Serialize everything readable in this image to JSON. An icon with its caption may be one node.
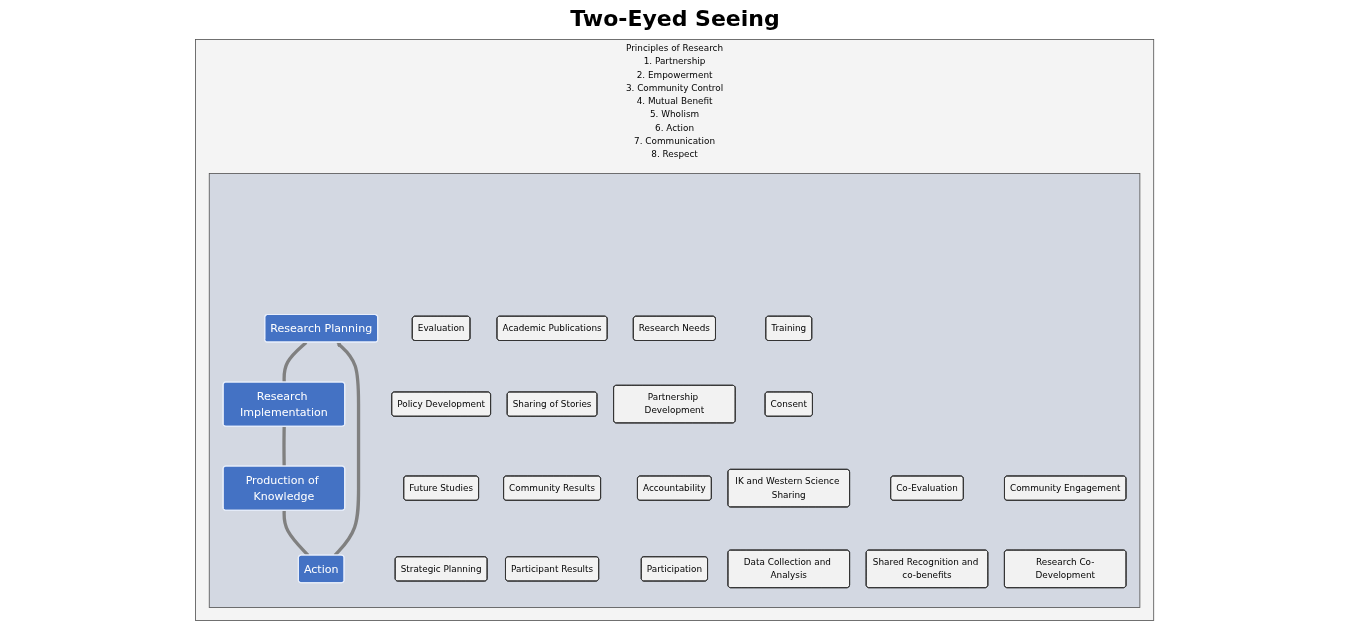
{
  "diagram": {
    "title": "Two-Eyed Seeing",
    "nodes": [
      {
        "text": [
          "Principles of Research",
          "1. Partnership",
          "2. Empowerment",
          "3. Community Control",
          "4. Mutual Benefit",
          "5. Wholism",
          "6. Action",
          "7. Communication",
          "8. Respect"
        ]
      },
      {
        "text": [],
        "shape": "box",
        "in": 0
      },
      {
        "text": [
          "Evaluation"
        ],
        "in": 1
      },
      {
        "text": [
          "Policy Development"
        ],
        "in": 1
      },
      {
        "text": [
          "Future Studies"
        ],
        "in": 1
      },
      {
        "text": [
          "Strategic Planning"
        ],
        "in": 1
      },
      {
        "text": [
          "Co-Evaluation"
        ],
        "in": 1
      },
      {
        "text": [
          "Research Planning"
        ],
        "in": 1
      },
      {
        "text": [
          "Community Engagement"
        ],
        "in": 1
      },
      {
        "text": [
          "Research Needs"
        ],
        "in": 1
      },
      {
        "text": [
          "Partnership Development"
        ],
        "in": 1
      },
      {
        "text": [
          "Accountability"
        ],
        "in": 1
      },
      {
        "text": [
          "Participation"
        ],
        "in": 1
      },
      {
        "text": [
          "Action"
        ],
        "in": 1
      },
      {
        "text": [
          "Research Implementation"
        ],
        "in": 1
      },
      {
        "text": [
          "Academic Publications"
        ],
        "in": 1
      },
      {
        "text": [
          "Sharing of Stories"
        ],
        "in": 1
      },
      {
        "text": [
          "Community Results"
        ],
        "in": 1
      },
      {
        "text": [
          "Participant Results"
        ],
        "in": 1
      },
      {
        "text": [
          "Shared Recognition and co-benefits"
        ],
        "in": 1
      },
      {
        "text": [
          "Production of Knowledge"
        ],
        "in": 1
      },
      {
        "text": [
          "Research Co-Development"
        ],
        "in": 1
      },
      {
        "text": [
          "Training"
        ],
        "in": 1
      },
      {
        "text": [
          "Consent"
        ],
        "in": 1
      },
      {
        "text": [
          "IK and Western Science Sharing"
        ],
        "in": 1
      },
      {
        "text": [
          "Data Collection and Analysis"
        ],
        "in": 1
      }
    ],
    "edges": [
      {
        "from": 7,
        "to": 14,
        "arrow": "none"
      },
      {
        "from": 14,
        "to": 20,
        "arrow": "none"
      },
      {
        "from": 20,
        "to": 13,
        "arrow": "none"
      },
      {
        "from": 13,
        "to": 7,
        "arrow": "to"
      }
    ]
  }
}
